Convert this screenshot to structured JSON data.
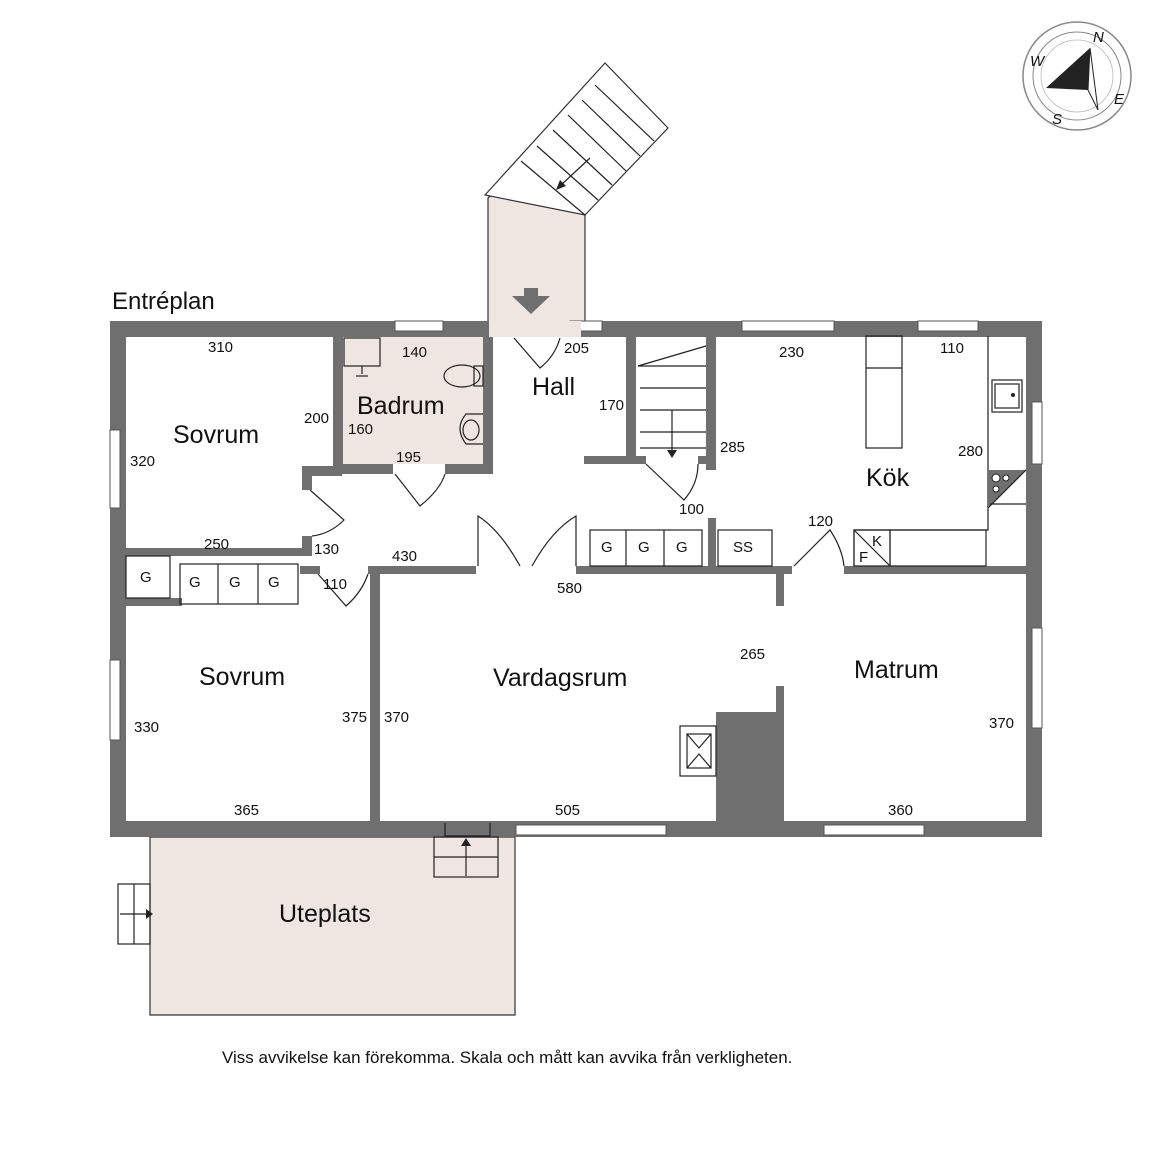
{
  "heading": "Entréplan",
  "disclaimer": "Viss avvikelse kan förekomma. Skala och mått kan avvika från verkligheten.",
  "rooms": {
    "sovrum_top": "Sovrum",
    "badrum": "Badrum",
    "hall": "Hall",
    "kok": "Kök",
    "sovrum_bottom": "Sovrum",
    "vardagsrum": "Vardagsrum",
    "matrum": "Matrum",
    "uteplats": "Uteplats"
  },
  "dimensions": {
    "sovrum_top_width": "310",
    "sovrum_top_height": "320",
    "sovrum_top_side": "200",
    "sovrum_top_bottom": "250",
    "badrum_top": "140",
    "badrum_side": "160",
    "badrum_bottom": "195",
    "hall_top": "205",
    "hall_side": "170",
    "hall_corridor_a": "130",
    "hall_corridor_b": "430",
    "hall_door": "110",
    "stair_side": "285",
    "stair_bottom": "100",
    "kok_top_a": "230",
    "kok_top_b": "110",
    "kok_side": "280",
    "kok_door": "120",
    "hall_bottom": "580",
    "sovrum_bottom_height": "330",
    "sovrum_bottom_side": "375",
    "sovrum_bottom_width": "365",
    "vardagsrum_side": "370",
    "vardagsrum_width": "505",
    "matrum_top": "265",
    "matrum_side": "370",
    "matrum_width": "360"
  },
  "units": {
    "g1": "G",
    "g2": "G",
    "g3": "G",
    "g4": "G",
    "g5": "G",
    "g6": "G",
    "g7": "G",
    "ss": "SS",
    "f": "F",
    "k": "K"
  },
  "compass": {
    "n": "N",
    "e": "E",
    "s": "S",
    "w": "W"
  },
  "colors": {
    "wall": "#6f6f70",
    "terrace": "#efe6e2",
    "paper": "#ffffff"
  }
}
